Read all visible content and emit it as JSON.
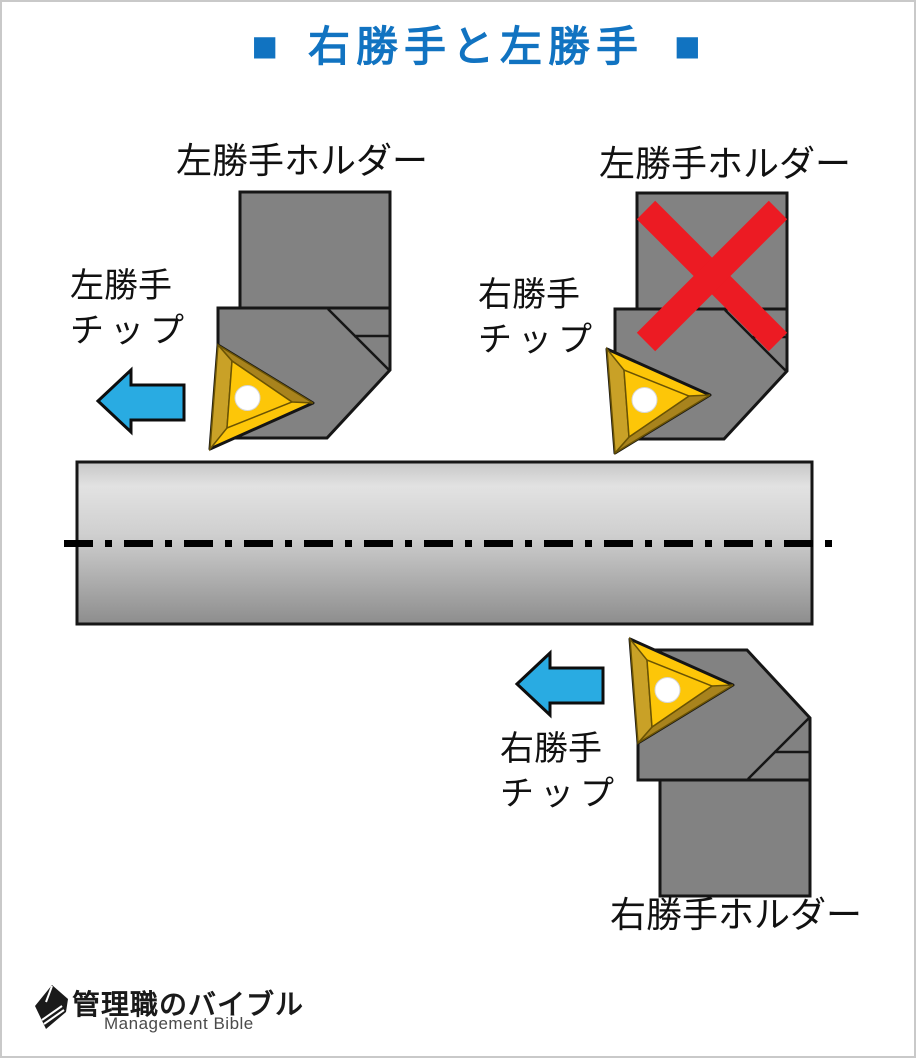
{
  "title": {
    "text": "右勝手と左勝手",
    "square_glyph": "■"
  },
  "sections": {
    "top_left": {
      "holder_label": "左勝手ホルダー",
      "chip_line1": "左勝手",
      "chip_line2": "チップ"
    },
    "top_right": {
      "holder_label": "左勝手ホルダー",
      "chip_line1": "右勝手",
      "chip_line2": "チップ"
    },
    "bottom_right": {
      "holder_label": "右勝手ホルダー",
      "chip_line1": "右勝手",
      "chip_line2": "チップ"
    }
  },
  "icons": {
    "feed_arrow_top": "left-arrow",
    "feed_arrow_bottom": "left-arrow",
    "wrong_combination_mark": "red-x-cross",
    "logo_icon": "book"
  },
  "logo": {
    "jp": "管理職のバイブル",
    "en": "Management Bible"
  },
  "colors": {
    "title_blue": "#1173c1",
    "label_black": "#111111",
    "holder_gray": "#828282",
    "outline": "#161616",
    "insert_yellow": "#fdc608",
    "insert_gold_dark": "#a8831d",
    "insert_gold_mid": "#c9a127",
    "insert_gold_line": "#6a5304",
    "hole_white": "#ffffff",
    "arrow_blue": "#29abe2",
    "cross_red": "#ec1b23",
    "bar_top": "#c6c6c6",
    "bar_light": "#e2e2e2",
    "bar_mid": "#cfcfcf",
    "bar_bottom": "#8d8d8d",
    "centerline": "#000000",
    "logo_black": "#1a1a1a",
    "logo_gray": "#4a4a4a",
    "border_gray": "#c9c9c9"
  }
}
